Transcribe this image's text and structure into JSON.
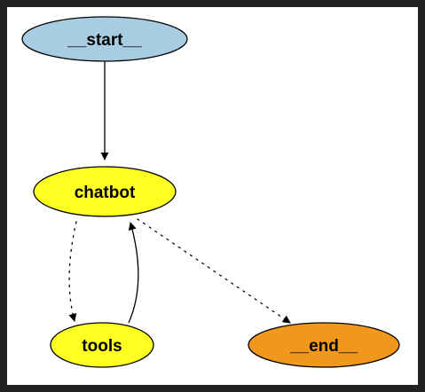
{
  "graph": {
    "nodes": {
      "start": {
        "label": "__start__",
        "fill": "#a8cce2"
      },
      "chatbot": {
        "label": "chatbot",
        "fill": "#ffff22"
      },
      "tools": {
        "label": "tools",
        "fill": "#ffff22"
      },
      "end": {
        "label": "__end__",
        "fill": "#f0981c"
      }
    },
    "edges": [
      {
        "from": "start",
        "to": "chatbot",
        "style": "solid"
      },
      {
        "from": "chatbot",
        "to": "tools",
        "style": "dotted"
      },
      {
        "from": "tools",
        "to": "chatbot",
        "style": "solid"
      },
      {
        "from": "chatbot",
        "to": "end",
        "style": "dotted"
      }
    ],
    "colors": {
      "background": "#222222",
      "canvas": "#ffffff",
      "stroke": "#000000"
    }
  }
}
